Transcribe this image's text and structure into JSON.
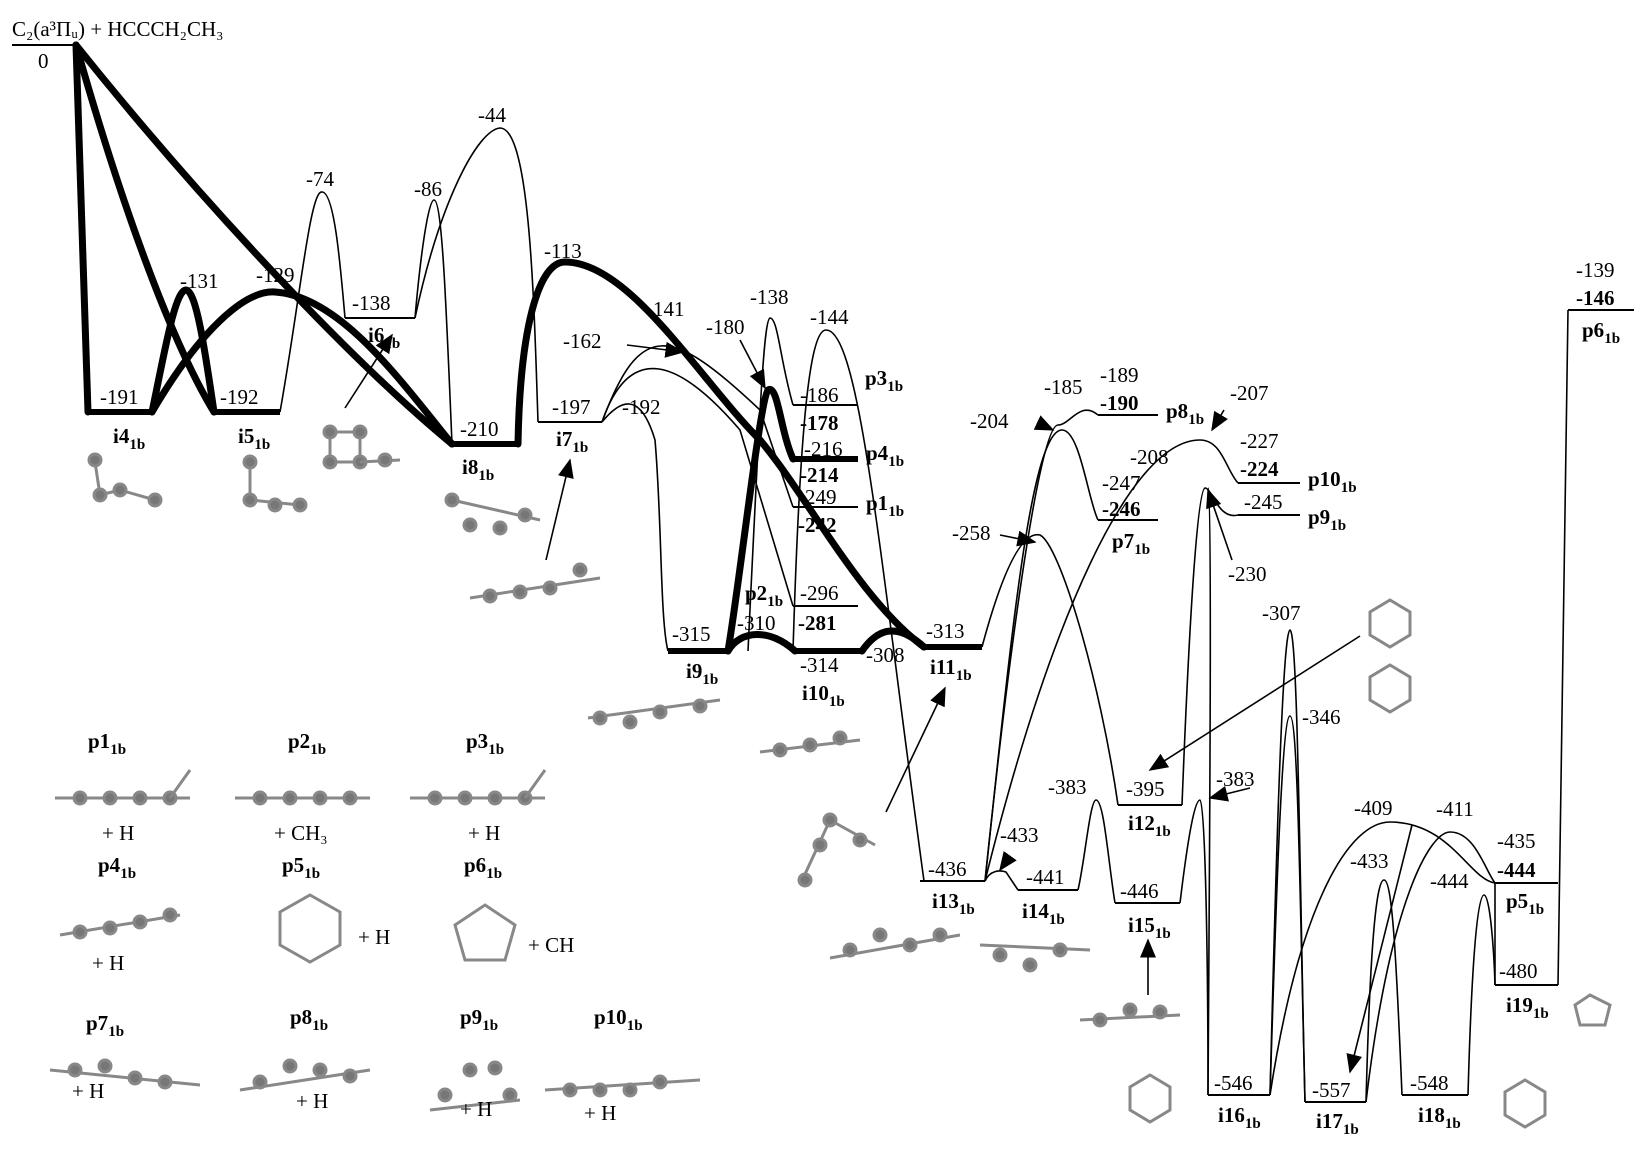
{
  "reactant": {
    "label": "C₂(a³Πᵤ) + HCCCH₂CH₃",
    "energy": "0"
  },
  "levels": [
    {
      "id": "i4",
      "label": "i4",
      "sub": "1b",
      "energy": "-191",
      "bold": false,
      "thick": true
    },
    {
      "id": "i5",
      "label": "i5",
      "sub": "1b",
      "energy": "-192",
      "bold": false,
      "thick": true
    },
    {
      "id": "i6",
      "label": "i6",
      "sub": "1b",
      "energy": "-138",
      "bold": false,
      "thick": false
    },
    {
      "id": "i8",
      "label": "i8",
      "sub": "1b",
      "energy": "-210",
      "bold": false,
      "thick": true
    },
    {
      "id": "i7",
      "label": "i7",
      "sub": "1b",
      "energy": "-197",
      "bold": false,
      "thick": false
    },
    {
      "id": "p3",
      "label": "p3",
      "sub": "1b",
      "energy": "-186",
      "energy2": "-178",
      "bold": true,
      "thick": false
    },
    {
      "id": "p4",
      "label": "p4",
      "sub": "1b",
      "energy": "-216",
      "energy2": "-214",
      "bold": true,
      "thick": true
    },
    {
      "id": "p1",
      "label": "p1",
      "sub": "1b",
      "energy": "-249",
      "energy2": "-242",
      "bold": true,
      "thick": false
    },
    {
      "id": "p2",
      "label": "p2",
      "sub": "1b",
      "energy": "-296",
      "energy2": "-281",
      "bold": true,
      "thick": false
    },
    {
      "id": "i9",
      "label": "i9",
      "sub": "1b",
      "energy": "-315",
      "bold": false,
      "thick": true
    },
    {
      "id": "i10",
      "label": "i10",
      "sub": "1b",
      "energy": "-314",
      "bold": false,
      "thick": true
    },
    {
      "id": "i11",
      "label": "i11",
      "sub": "1b",
      "energy": "-313",
      "bold": false,
      "thick": true
    },
    {
      "id": "p8",
      "label": "p8",
      "sub": "1b",
      "energy": "-189",
      "energy2": "-190",
      "bold": true,
      "thick": false
    },
    {
      "id": "p7",
      "label": "p7",
      "sub": "1b",
      "energy": "-247",
      "energy2": "-246",
      "bold": true,
      "thick": false
    },
    {
      "id": "p10",
      "label": "p10",
      "sub": "1b",
      "energy": "-227",
      "energy2": "-224",
      "bold": true,
      "thick": false
    },
    {
      "id": "p9",
      "label": "p9",
      "sub": "1b",
      "energy": "-245",
      "bold": true,
      "thick": false
    },
    {
      "id": "p6",
      "label": "p6",
      "sub": "1b",
      "energy": "-139",
      "energy2": "-146",
      "bold": true,
      "thick": false
    },
    {
      "id": "i12",
      "label": "i12",
      "sub": "1b",
      "energy": "-395",
      "bold": false,
      "thick": false
    },
    {
      "id": "i13",
      "label": "i13",
      "sub": "1b",
      "energy": "-436",
      "bold": false,
      "thick": false
    },
    {
      "id": "i14",
      "label": "i14",
      "sub": "1b",
      "energy": "-441",
      "bold": false,
      "thick": false
    },
    {
      "id": "i15",
      "label": "i15",
      "sub": "1b",
      "energy": "-446",
      "bold": false,
      "thick": false
    },
    {
      "id": "i16",
      "label": "i16",
      "sub": "1b",
      "energy": "-546",
      "bold": false,
      "thick": false
    },
    {
      "id": "i17",
      "label": "i17",
      "sub": "1b",
      "energy": "-557",
      "bold": false,
      "thick": false
    },
    {
      "id": "i18",
      "label": "i18",
      "sub": "1b",
      "energy": "-548",
      "bold": false,
      "thick": false
    },
    {
      "id": "p5",
      "label": "p5",
      "sub": "1b",
      "energy": "-435",
      "energy2": "-444",
      "bold": true,
      "thick": false
    },
    {
      "id": "i19",
      "label": "i19",
      "sub": "1b",
      "energy": "-480",
      "bold": false,
      "thick": false
    }
  ],
  "barriers": [
    "-131",
    "-129",
    "-74",
    "-86",
    "-44",
    "-113",
    "-141",
    "-162",
    "-192",
    "-138",
    "-180",
    "-144",
    "-310",
    "-308",
    "-185",
    "-204",
    "-208",
    "-207",
    "-258",
    "-230",
    "-307",
    "-346",
    "-383",
    "-383",
    "-433",
    "-409",
    "-411",
    "-433",
    "-444"
  ],
  "products": [
    {
      "id": "p1",
      "label": "p1",
      "sub": "1b",
      "co": "+ H"
    },
    {
      "id": "p2",
      "label": "p2",
      "sub": "1b",
      "co": "+ CH₃"
    },
    {
      "id": "p3",
      "label": "p3",
      "sub": "1b",
      "co": "+ H"
    },
    {
      "id": "p4",
      "label": "p4",
      "sub": "1b",
      "co": "+ H"
    },
    {
      "id": "p5",
      "label": "p5",
      "sub": "1b",
      "co": "+ H"
    },
    {
      "id": "p6",
      "label": "p6",
      "sub": "1b",
      "co": "+ CH"
    },
    {
      "id": "p7",
      "label": "p7",
      "sub": "1b",
      "co": "+ H"
    },
    {
      "id": "p8",
      "label": "p8",
      "sub": "1b",
      "co": "+ H"
    },
    {
      "id": "p9",
      "label": "p9",
      "sub": "1b",
      "co": "+ H"
    },
    {
      "id": "p10",
      "label": "p10",
      "sub": "1b",
      "co": "+ H"
    }
  ]
}
